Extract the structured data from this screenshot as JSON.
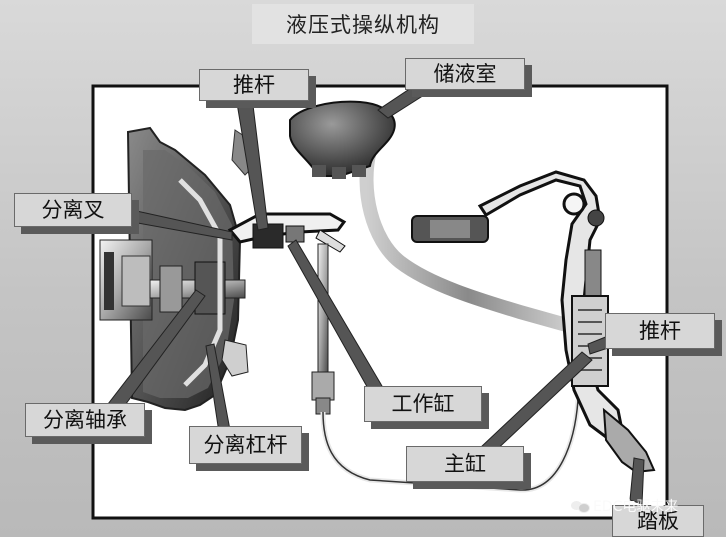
{
  "title": "液压式操纵机构",
  "labels": {
    "push_rod_top": "推杆",
    "reservoir": "储液室",
    "release_fork": "分离叉",
    "release_bearing": "分离轴承",
    "release_lever": "分离杠杆",
    "slave_cylinder": "工作缸",
    "push_rod_right": "推杆",
    "master_cylinder": "主缸",
    "pedal": "踏板"
  },
  "watermark": "EDC电驱未来",
  "icons": {
    "watermark_icon": "wechat-icon"
  }
}
